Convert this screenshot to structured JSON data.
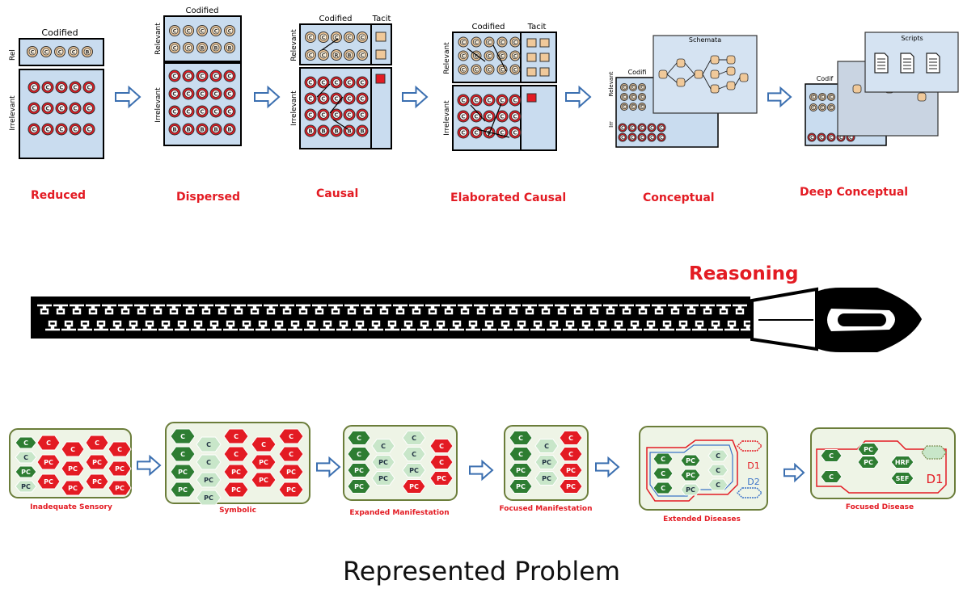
{
  "top_stages": [
    {
      "label": "Reduced"
    },
    {
      "label": "Dispersed"
    },
    {
      "label": "Causal"
    },
    {
      "label": "Elaborated  Causal"
    },
    {
      "label": "Conceptual"
    },
    {
      "label": "Deep Conceptual"
    }
  ],
  "box_text": {
    "codified": "Codified",
    "tacit": "Tacit",
    "rel": "Rel",
    "relevant": "Relevant",
    "irrelevant": "Irrelevant",
    "schemata": "Schemata",
    "scripts": "Scripts",
    "irr_short": "Irr",
    "codifi_short": "Codifi",
    "codif_short": "Codif"
  },
  "token_letters": {
    "c": "C",
    "r": "R",
    "b": "B"
  },
  "middle": {
    "reasoning": "Reasoning"
  },
  "bottom_stages": [
    {
      "label": "Inadequate Sensory"
    },
    {
      "label": "Symbolic"
    },
    {
      "label": "Expanded Manifestation"
    },
    {
      "label": "Focused Manifestation"
    },
    {
      "label": "Extended Diseases"
    },
    {
      "label": "Focused Disease"
    }
  ],
  "hex_text": {
    "c": "C",
    "pc": "PC",
    "hrf": "HRF",
    "sef": "SEF",
    "d1": "D1",
    "d2": "D2"
  },
  "bottom_title": "Represented Problem",
  "colors": {
    "label_red": "#e31b23",
    "panel_blue": "#c9dcef",
    "token_tan": "#f0c99a",
    "token_red": "#e31b23",
    "hex_dark_green": "#2e7d32",
    "hex_light_green": "#c8e6c9",
    "hex_red": "#e31b23",
    "arrow_blue": "#3b6fb0"
  }
}
